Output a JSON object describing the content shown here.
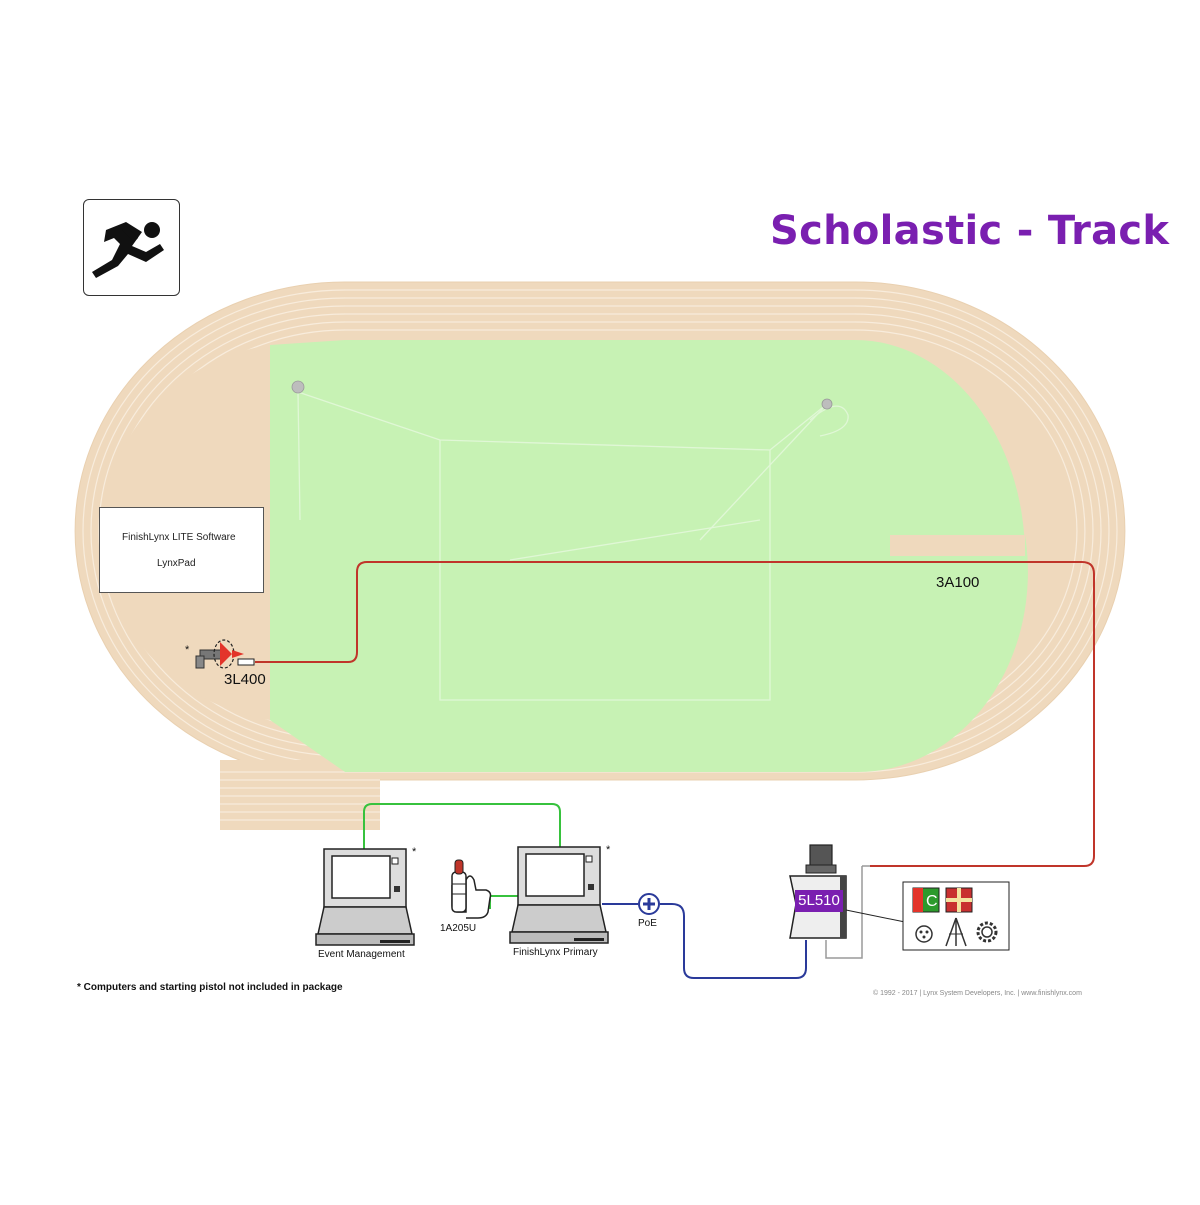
{
  "header": {
    "title": "Scholastic - Track"
  },
  "software_box": {
    "line1": "FinishLynx LITE Software",
    "line2": "LynxPad"
  },
  "labels": {
    "cable_3a100": "3A100",
    "cable_3l400": "3L400",
    "camera_model": "5L510",
    "event_management": "Event Management",
    "finishlynx_primary": "FinishLynx Primary",
    "button_1a205u": "1A205U",
    "poe": "PoE",
    "asterisk": "*"
  },
  "footer": {
    "note": "* Computers and starting pistol not included in package",
    "copyright": "© 1992 - 2017  |  Lynx System Developers, Inc.  |  www.finishlynx.com"
  },
  "icons": [
    "runner-icon",
    "starting-pistol-icon",
    "laptop-icon",
    "thumb-button-icon",
    "poe-injector-icon",
    "camera-icon",
    "color-camera-icon",
    "flag-icon",
    "connector-icon",
    "tripod-icon",
    "gear-icon"
  ],
  "colors": {
    "title": "#7a1fb0",
    "track": "#efd9bd",
    "infield": "#c7f2b4",
    "red_cable": "#c0352a",
    "green_cable": "#37c23d",
    "blue_cable": "#2a3a9a",
    "camera_label": "#7a1fb0"
  }
}
